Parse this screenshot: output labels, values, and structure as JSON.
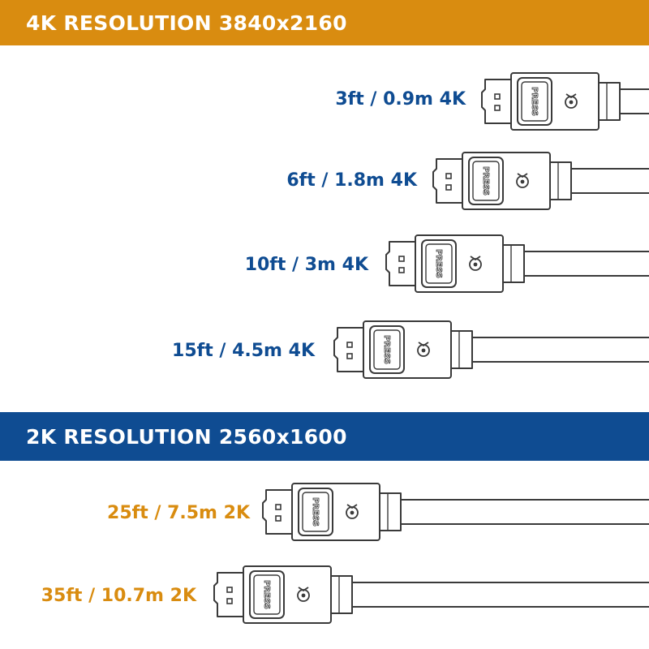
{
  "colors": {
    "orange": "#D98C10",
    "blue": "#0F4C92",
    "line": "#3a3a3a"
  },
  "sections": {
    "uhd": {
      "title": "4K RESOLUTION 3840x2160"
    },
    "qhd": {
      "title": "2K RESOLUTION 2560x1600"
    }
  },
  "cables": [
    {
      "label": "3ft / 0.9m 4K",
      "section": "uhd",
      "press_text": "PRESS",
      "icon": "displayport-connector-icon"
    },
    {
      "label": "6ft / 1.8m 4K",
      "section": "uhd",
      "press_text": "PRESS",
      "icon": "displayport-connector-icon"
    },
    {
      "label": "10ft / 3m 4K",
      "section": "uhd",
      "press_text": "PRESS",
      "icon": "displayport-connector-icon"
    },
    {
      "label": "15ft / 4.5m 4K",
      "section": "uhd",
      "press_text": "PRESS",
      "icon": "displayport-connector-icon"
    },
    {
      "label": "25ft / 7.5m 2K",
      "section": "qhd",
      "press_text": "PRESS",
      "icon": "displayport-connector-icon"
    },
    {
      "label": "35ft / 10.7m 2K",
      "section": "qhd",
      "press_text": "PRESS",
      "icon": "displayport-connector-icon"
    }
  ]
}
